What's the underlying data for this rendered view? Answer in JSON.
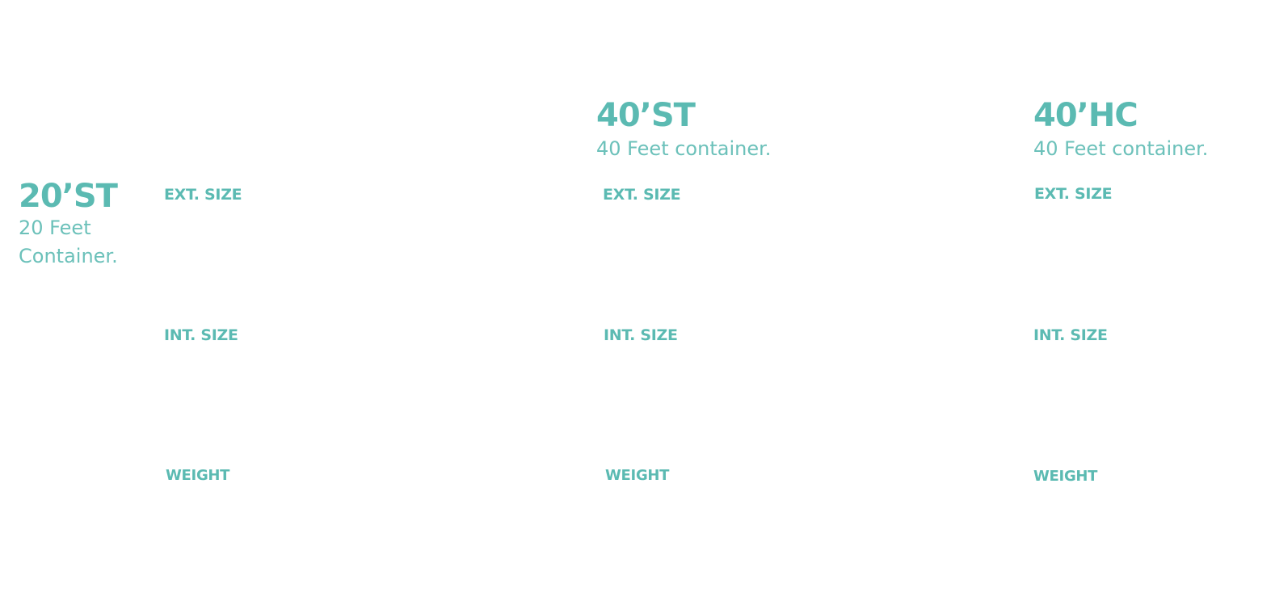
{
  "accent_color": "#5bbab2",
  "containers": [
    {
      "title": "20’ST",
      "description": "20 Feet Container.",
      "ext_size_label": "EXT. SIZE",
      "int_size_label": "INT. SIZE",
      "weight_label": "WEIGHT"
    },
    {
      "title": "40’ST",
      "description": "40 Feet container.",
      "ext_size_label": "EXT. SIZE",
      "int_size_label": "INT. SIZE",
      "weight_label": "WEIGHT"
    },
    {
      "title": "40’HC",
      "description": "40 Feet container.",
      "ext_size_label": "EXT. SIZE",
      "int_size_label": "INT. SIZE",
      "weight_label": "WEIGHT"
    }
  ]
}
